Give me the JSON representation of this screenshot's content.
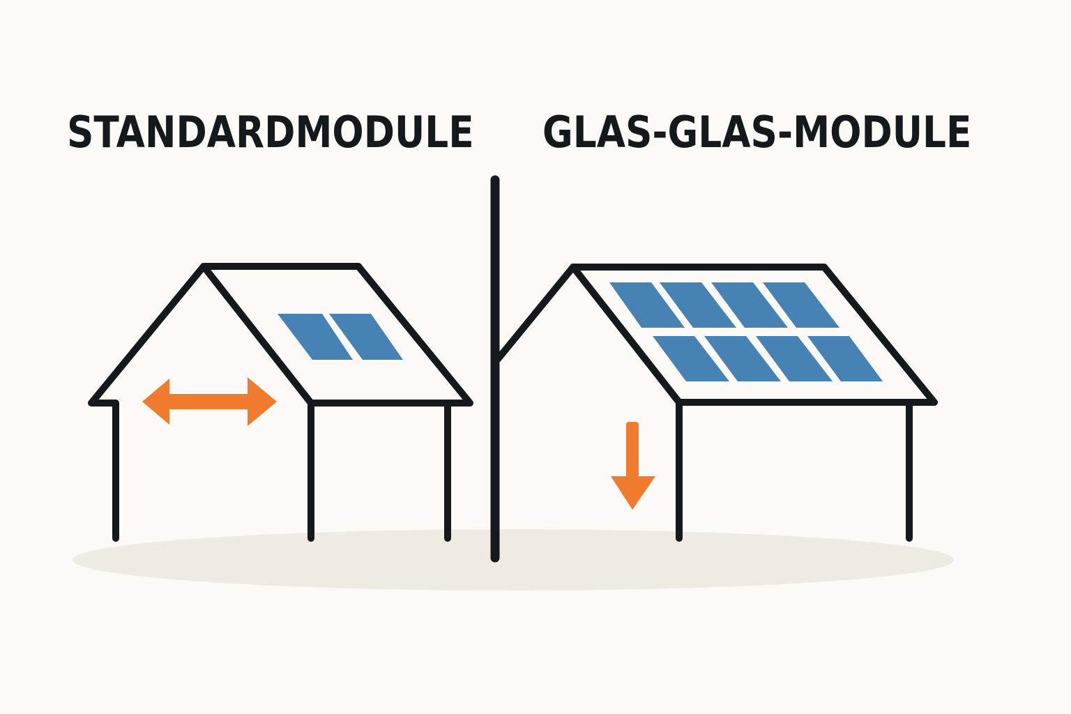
{
  "headings": {
    "left": "STANDARDMODULE",
    "right": "GLAS-GLAS-MODULE"
  },
  "colors": {
    "background": "#fbfaf7",
    "line": "#15191c",
    "panel": "#4682b4",
    "arrow": "#f07a2e",
    "ground": "#f0ebe2"
  },
  "icons": {
    "left_arrow": "double-headed-horizontal-arrow-icon",
    "right_arrow": "down-arrow-icon"
  },
  "left_house": {
    "panel_count": 2
  },
  "right_house": {
    "panel_count": 8
  }
}
